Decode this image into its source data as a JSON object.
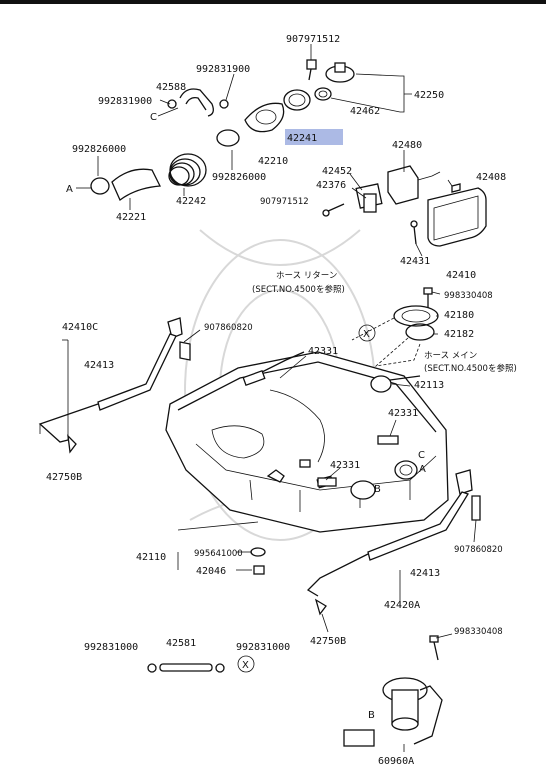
{
  "labels": {
    "p907971512_top": "907971512",
    "p992831900_a": "992831900",
    "p42588": "42588",
    "p992831900_b": "992831900",
    "letter_c_top": "C",
    "p42250": "42250",
    "p42462": "42462",
    "p42241": "42241",
    "p992826000_a": "992826000",
    "p42210": "42210",
    "p992826000_b": "992826000",
    "letter_a_left": "A",
    "p42242": "42242",
    "p42221": "42221",
    "p42480": "42480",
    "p42452": "42452",
    "p42376": "42376",
    "p42408": "42408",
    "p907971512_mid": "907971512",
    "p42431": "42431",
    "p42410": "42410",
    "hose_return": "ホース リターン",
    "sect_4500_a": "(SECT.NO.4500を参照)",
    "p998330408_a": "998330408",
    "p42180": "42180",
    "letter_x_mid": "X",
    "p42182": "42182",
    "hose_main": "ホース メイン",
    "sect_4500_b": "(SECT.NO.4500を参照)",
    "p42410c": "42410C",
    "p907860820_a": "907860820",
    "p42413_a": "42413",
    "p42331_a": "42331",
    "p42113": "42113",
    "p42331_b": "42331",
    "letter_c_tank": "C",
    "p42331_c": "42331",
    "letter_a_tank": "A",
    "letter_b_tank": "B",
    "p42750b_a": "42750B",
    "p907860820_b": "907860820",
    "p42110": "42110",
    "p995641000": "995641000",
    "p42046": "42046",
    "p42413_b": "42413",
    "p42420a": "42420A",
    "p42750b_b": "42750B",
    "p998330408_b": "998330408",
    "p992831000_a": "992831000",
    "p42581": "42581",
    "p992831000_b": "992831000",
    "letter_x_bottom": "X",
    "letter_b_pump": "B",
    "p60960a": "60960A"
  },
  "highlight_color": "#9eaee0"
}
